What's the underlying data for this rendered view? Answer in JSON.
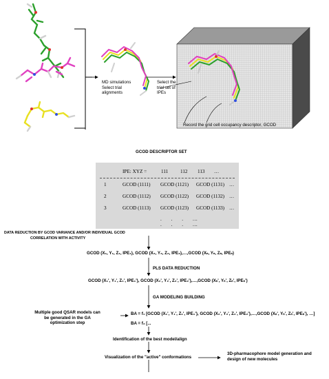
{
  "step1": {
    "md_label_line1": "MD simulations",
    "md_label_line2": "Select trial",
    "md_label_line3": "alignments",
    "ipe_label_line1": "Select the",
    "ipe_label_line2": "trial set of",
    "ipe_label_line3": "IPEs",
    "record_label": "Record the grid cell occupancy descriptor, GCOD"
  },
  "descriptor_set": {
    "title": "GCOD DESCRIPTOR SET",
    "header_label": "IPE: XYZ =",
    "header_cols": [
      "111",
      "112",
      "113",
      "…"
    ],
    "rows": [
      {
        "index": "1",
        "cells": [
          "GCOD (1111)",
          "GCOD (1121)",
          "GCOD (1131)",
          "…"
        ]
      },
      {
        "index": "2",
        "cells": [
          "GCOD (1112)",
          "GCOD (1122)",
          "GCOD (1132)",
          "…"
        ]
      },
      {
        "index": "3",
        "cells": [
          "GCOD (1113)",
          "GCOD (1123)",
          "GCOD (1133)",
          "…"
        ]
      }
    ],
    "ellipsis_row1": ". . . …",
    "ellipsis_row2": ". . . …"
  },
  "flow": {
    "data_reduction_line1": "DATA REDUCTION BY GCOD VARIANCE AND/OR INDIVIDUAL GCOD",
    "data_reduction_line2": "CORRELATION WITH ACTIVITY",
    "full_descriptor": "GCOD (X₁, Y₁, Z₁, IPE₁), GCOD (X₂, Y₂, Z₂, IPE₂),…,GCOD (Xₙ, Yₙ, Zₙ, IPEₙ)",
    "pls_label": "PLS DATA REDUCTION",
    "reduced_descriptor": "GCOD (X₁', Y₁', Z₁', IPE₁'), GCOD (X₂', Y₂', Z₂', IPE₂'),…,GCOD (Xₙ', Yₙ', Zₙ', IPEₙ')",
    "ga_label": "GA MODELING BUILDING",
    "ba_equation1": "BA = f₁ [GCOD (X₁', Y₁', Z₁', IPE₁'), GCOD (X₂', Y₂', Z₂', IPE₂'),…,GCOD (Xₙ', Yₙ', Zₙ', IPEₙ'), …]",
    "ba_equation2": "BA = f₂ [...",
    "multiple_models_line1": "Multiple good QSAR models can",
    "multiple_models_line2": "be generated in the GA",
    "multiple_models_line3": "optimization step",
    "identification": "Identification of the best model/align",
    "visualization": "Visualization of the \"active\" conformations",
    "pharmacophore_line1": "3D-pharmacophore model generation and",
    "pharmacophore_line2": "design of new molecules"
  },
  "colors": {
    "box_fill": "#d9d9d9",
    "cube_front": "#e6e6e6",
    "cube_top": "#9a9a9a",
    "cube_side": "#4a4a4a",
    "molecule_green": "#2ca02c",
    "molecule_magenta": "#e040c0",
    "molecule_yellow": "#e8e020"
  }
}
